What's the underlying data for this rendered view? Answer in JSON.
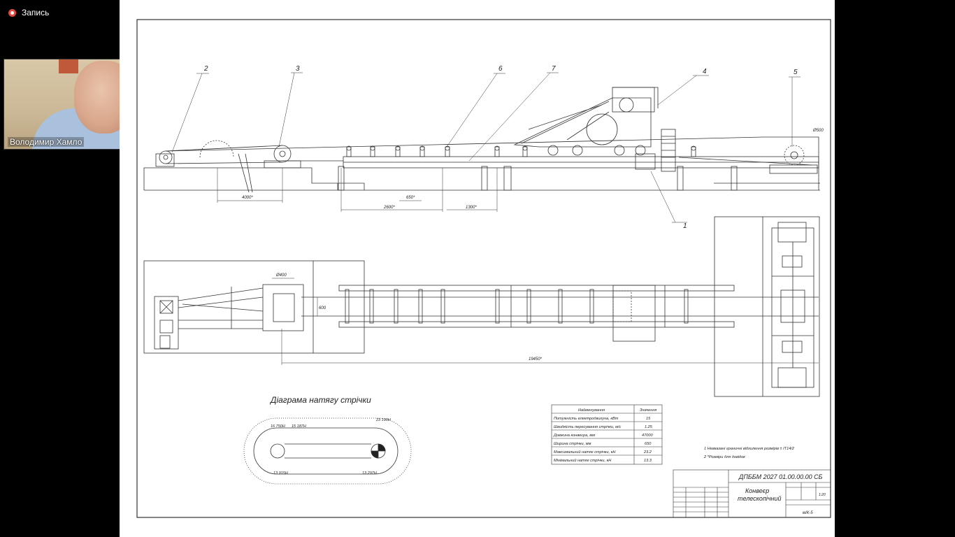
{
  "recording": {
    "label": "Запись"
  },
  "participant": {
    "name": "Володимир Хамло"
  },
  "drawing": {
    "callouts": [
      "2",
      "3",
      "6",
      "7",
      "4",
      "5",
      "1"
    ],
    "dimensions": {
      "d4000": "4000*",
      "d650": "650*",
      "d2600": "2600*",
      "d1300": "1300*",
      "d400": "Ø400",
      "d500": "Ø500",
      "d600": "600",
      "d19450": "19450*"
    },
    "diagram": {
      "title": "Діаграма натягу стрічки",
      "t1": "16 750Н",
      "t2": "15 187Н",
      "t3": "23 190Н",
      "t4": "13 915Н",
      "t5": "13 297Н"
    },
    "spec_table": {
      "header": [
        "Найменування",
        "Значення"
      ],
      "rows": [
        [
          "Потужність електродвигуна, кВт",
          "15"
        ],
        [
          "Швидкість пересування стрічки, м/с",
          "1.25"
        ],
        [
          "Довжина конвеєра, мм",
          "47000"
        ],
        [
          "Ширина стрічки, мм",
          "650"
        ],
        [
          "Максимальний натяг стрічки, кН",
          "23.2"
        ],
        [
          "Мінімальний натяг стрічки, кН",
          "13.3"
        ]
      ]
    },
    "notes": [
      "1   Невказані граничні відхилення розмірів ± IT14/2",
      "2   *Розміри для довідок"
    ],
    "title_block": {
      "code": "ДПББМ 2027 01.00.00.00 СБ",
      "name_line1": "Конвеєр",
      "name_line2": "телескопічний",
      "scale": "1:20",
      "group": "м/К-5"
    }
  }
}
